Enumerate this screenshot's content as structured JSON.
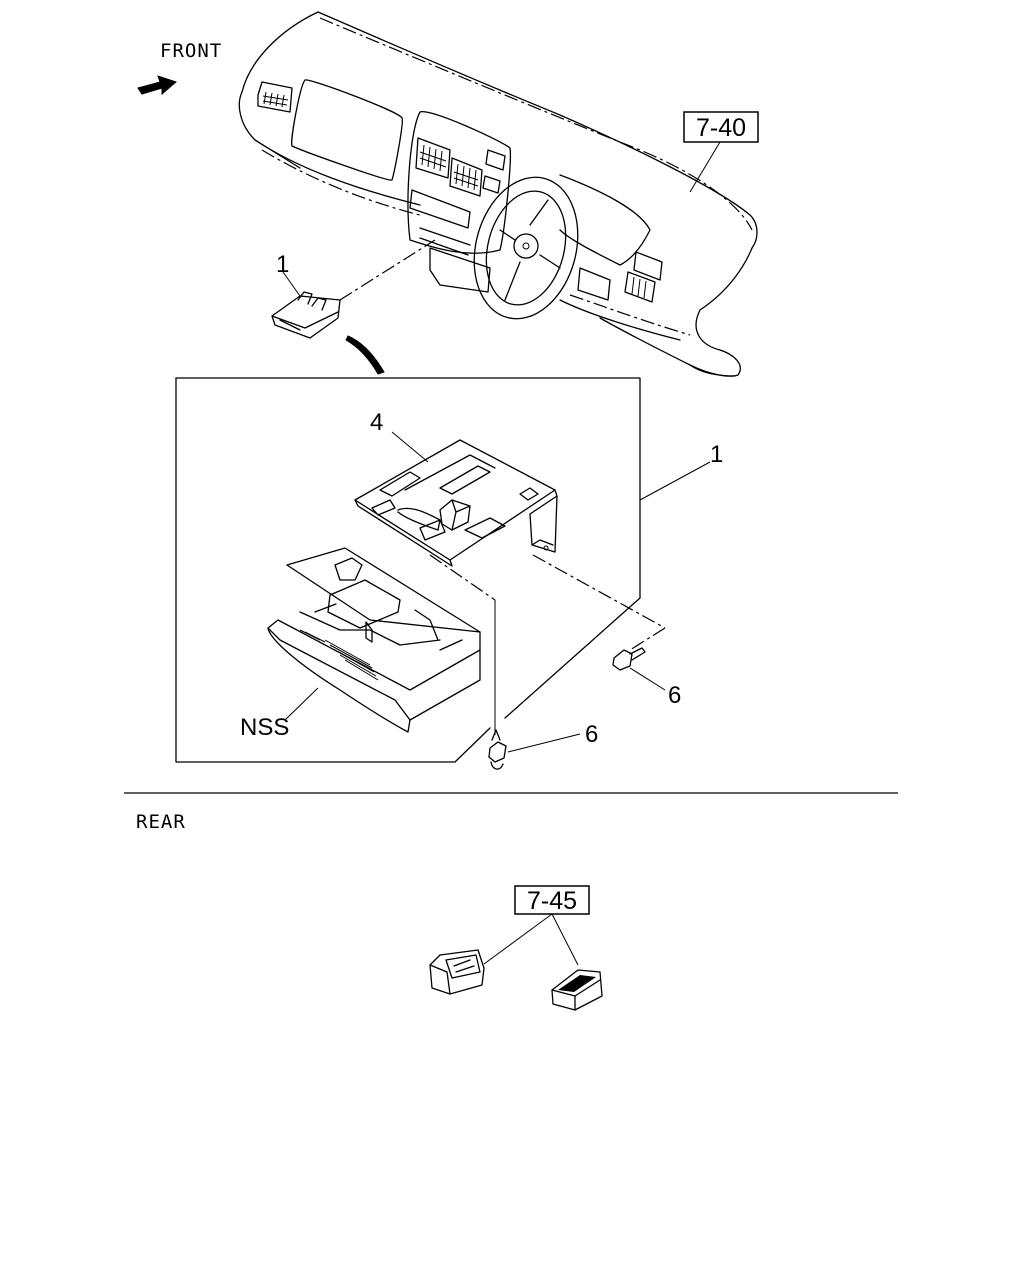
{
  "orientation": {
    "front_label": "FRONT",
    "rear_label": "REAR"
  },
  "references": {
    "dashboard_ref": "7-40",
    "rear_ref": "7-45"
  },
  "callouts": {
    "part_1_top": "1",
    "part_1_box": "1",
    "part_4": "4",
    "part_6_right": "6",
    "part_6_bottom": "6",
    "nss": "NSS"
  },
  "icons": {
    "direction_arrow": "arrow-front-icon"
  }
}
